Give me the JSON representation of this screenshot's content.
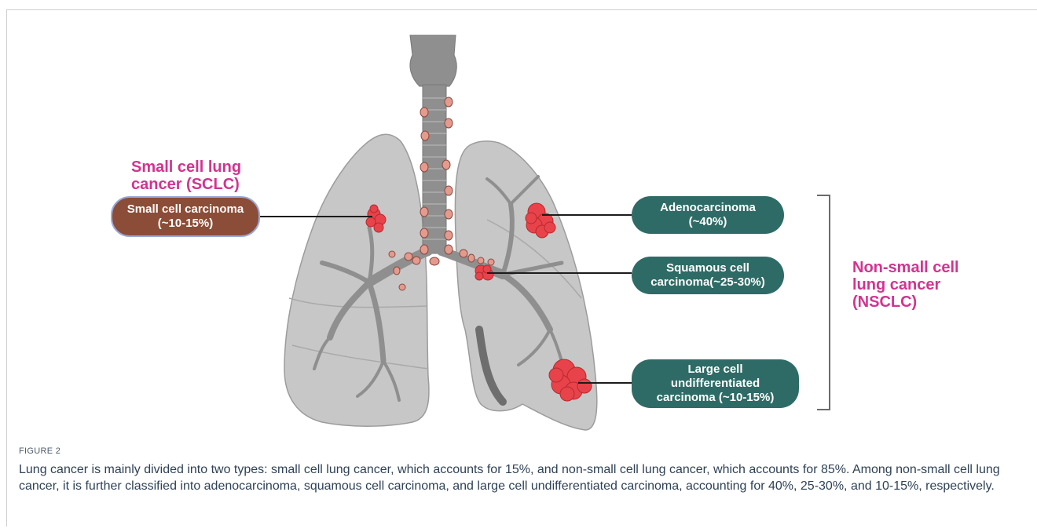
{
  "groups": {
    "sclc": {
      "heading_line1": "Small cell lung",
      "heading_line2": "cancer (SCLC)",
      "types": [
        {
          "line1": "Small cell carcinoma",
          "line2": "(~10-15%)"
        }
      ]
    },
    "nsclc": {
      "heading_line1": "Non-small cell",
      "heading_line2": "lung cancer",
      "heading_line3": "(NSCLC)",
      "types": [
        {
          "line1": "Adenocarcinoma",
          "line2": "(~40%)"
        },
        {
          "line1": "Squamous cell",
          "line2": "carcinoma(~25-30%)"
        },
        {
          "line1": "Large cell",
          "line2": "undifferentiated",
          "line3": "carcinoma (~10-15%)"
        }
      ]
    }
  },
  "colors": {
    "group_label": "#d3338f",
    "nsclc_pill": "#2f6b66",
    "sclc_pill": "#8b4d37",
    "sclc_pill_border": "#9aa8d9",
    "lung": "#c4c4c4",
    "airway": "#8f8f8f",
    "tumor": "#e8434a",
    "lymph_node": "#e59a8e"
  },
  "caption": {
    "label": "FIGURE 2",
    "text": "Lung cancer is mainly divided into two types: small cell lung cancer, which accounts for 15%, and non-small cell lung cancer, which accounts for 85%. Among non-small cell lung cancer, it is further classified into adenocarcinoma, squamous cell carcinoma, and large cell undifferentiated carcinoma, accounting for 40%, 25-30%, and 10-15%, respectively."
  }
}
